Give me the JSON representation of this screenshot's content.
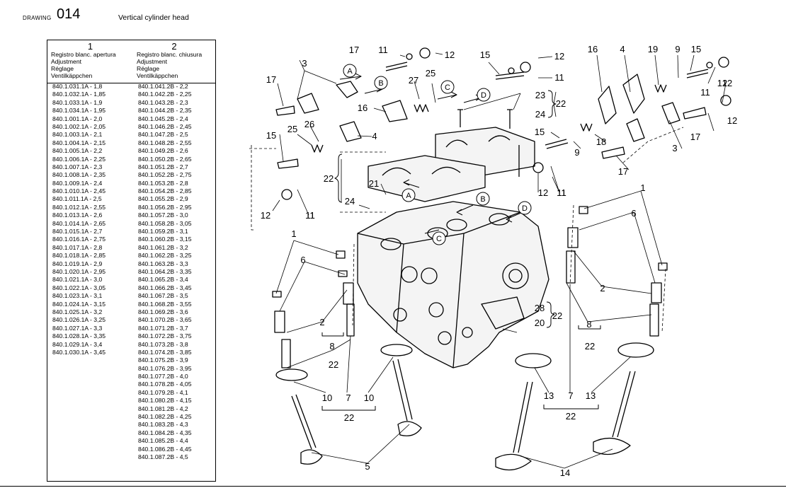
{
  "header": {
    "drawing_label": "DRAWING",
    "drawing_number": "014",
    "title": "Vertical cylinder head"
  },
  "table": {
    "col1": {
      "number": "1",
      "head": [
        "Registro blanc. apertura",
        "Adjustment",
        "Réglage",
        "Ventilkäppchen"
      ]
    },
    "col2": {
      "number": "2",
      "head": [
        "Registro blanc. chiusura",
        "Adjustment",
        "Réglage",
        "Ventilkäppchen"
      ]
    },
    "rows1": [
      "840.1.031.1A - 1,8",
      "840.1.032.1A - 1,85",
      "840.1.033.1A - 1,9",
      "840.1.034.1A - 1,95",
      "840.1.001.1A - 2,0",
      "840.1.002.1A - 2,05",
      "840.1.003.1A - 2,1",
      "840.1.004.1A - 2,15",
      "840.1.005.1A - 2,2",
      "840.1.006.1A - 2,25",
      "840.1.007.1A - 2,3",
      "840.1.008.1A - 2,35",
      "840.1.009.1A - 2,4",
      "840.1.010.1A - 2,45",
      "840.1.011.1A - 2,5",
      "840.1.012.1A - 2,55",
      "840.1.013.1A - 2,6",
      "840.1.014.1A - 2,65",
      "840.1.015.1A - 2,7",
      "840.1.016.1A - 2,75",
      "840.1.017.1A - 2,8",
      "840.1.018.1A - 2,85",
      "840.1.019.1A - 2,9",
      "840.1.020.1A - 2,95",
      "840.1.021.1A - 3,0",
      "840.1.022.1A - 3,05",
      "840.1.023.1A - 3,1",
      "840.1.024.1A - 3,15",
      "840.1.025.1A - 3,2",
      "840.1.026.1A - 3,25",
      "840.1.027.1A - 3,3",
      "840.1.028.1A - 3,35",
      "840.1.029.1A - 3,4",
      "840.1.030.1A - 3,45"
    ],
    "rows2": [
      "840.1.041.2B - 2,2",
      "840.1.042.2B - 2,25",
      "840.1.043.2B - 2,3",
      "840.1.044.2B - 2,35",
      "840.1.045.2B - 2,4",
      "840.1.046.2B - 2,45",
      "840.1.047.2B - 2,5",
      "840.1.048.2B - 2,55",
      "840.1.049.2B - 2,6",
      "840.1.050.2B - 2,65",
      "840.1.051.2B - 2,7",
      "840.1.052.2B - 2,75",
      "840.1.053.2B - 2,8",
      "840.1.054.2B - 2,85",
      "840.1.055.2B - 2,9",
      "840.1.056.2B - 2,95",
      "840.1.057.2B - 3,0",
      "840.1.058.2B - 3,05",
      "840.1.059.2B - 3,1",
      "840.1.060.2B - 3,15",
      "840.1.061.2B - 3,2",
      "840.1.062.2B - 3,25",
      "840.1.063.2B - 3,3",
      "840.1.064.2B - 3,35",
      "840.1.065.2B - 3,4",
      "840.1.066.2B - 3,45",
      "840.1.067.2B - 3,5",
      "840.1.068.2B - 3,55",
      "840.1.069.2B - 3,6",
      "840.1.070.2B - 3,65",
      "840.1.071.2B - 3,7",
      "840.1.072.2B - 3,75",
      "840.1.073.2B - 3,8",
      "840.1.074.2B - 3,85",
      "840.1.075.2B - 3,9",
      "840.1.076.2B - 3,95",
      "840.1.077.2B - 4,0",
      "840.1.078.2B - 4,05",
      "840.1.079.2B - 4,1",
      "840.1.080.2B - 4,15",
      "840.1.081.2B - 4,2",
      "840.1.082.2B - 4,25",
      "840.1.083.2B - 4,3",
      "840.1.084.2B - 4,35",
      "840.1.085.2B - 4,4",
      "840.1.086.2B - 4,45",
      "840.1.087.2B - 4,5"
    ]
  },
  "diagram": {
    "part_labels": [
      {
        "text": "17",
        "key": "p17a"
      },
      {
        "text": "11",
        "key": "p11a"
      },
      {
        "text": "12",
        "key": "p12a"
      },
      {
        "text": "15",
        "key": "p15a"
      },
      {
        "text": "12",
        "key": "p12b"
      },
      {
        "text": "11",
        "key": "p11b"
      },
      {
        "text": "16",
        "key": "p16a"
      },
      {
        "text": "4",
        "key": "p4a"
      },
      {
        "text": "19",
        "key": "p19"
      },
      {
        "text": "9",
        "key": "p9a"
      },
      {
        "text": "15",
        "key": "p15b"
      },
      {
        "text": "12",
        "key": "p12c"
      },
      {
        "text": "11",
        "key": "p11c"
      },
      {
        "text": "12",
        "key": "p12d"
      },
      {
        "text": "12",
        "key": "p12e"
      },
      {
        "text": "3",
        "key": "p3a"
      },
      {
        "text": "17",
        "key": "p17b"
      },
      {
        "text": "25",
        "key": "p25a"
      },
      {
        "text": "27",
        "key": "p27"
      },
      {
        "text": "16",
        "key": "p16b"
      },
      {
        "text": "23",
        "key": "p23"
      },
      {
        "text": "22",
        "key": "p22a"
      },
      {
        "text": "24",
        "key": "p24a"
      },
      {
        "text": "15",
        "key": "p15c"
      },
      {
        "text": "9",
        "key": "p9b"
      },
      {
        "text": "18",
        "key": "p18"
      },
      {
        "text": "11",
        "key": "p11d"
      },
      {
        "text": "17",
        "key": "p17c"
      },
      {
        "text": "3",
        "key": "p3b"
      },
      {
        "text": "17",
        "key": "p17d"
      },
      {
        "text": "11",
        "key": "p11e"
      },
      {
        "text": "15",
        "key": "p15d"
      },
      {
        "text": "25",
        "key": "p25b"
      },
      {
        "text": "26",
        "key": "p26"
      },
      {
        "text": "4",
        "key": "p4b"
      },
      {
        "text": "22",
        "key": "p22b"
      },
      {
        "text": "21",
        "key": "p21"
      },
      {
        "text": "12",
        "key": "p12f"
      },
      {
        "text": "11",
        "key": "p11f"
      },
      {
        "text": "24",
        "key": "p24b"
      },
      {
        "text": "12",
        "key": "p12g"
      },
      {
        "text": "11",
        "key": "p11g"
      },
      {
        "text": "1",
        "key": "p1a"
      },
      {
        "text": "6",
        "key": "p6a"
      },
      {
        "text": "1",
        "key": "p1b"
      },
      {
        "text": "6",
        "key": "p6b"
      },
      {
        "text": "2",
        "key": "p2a"
      },
      {
        "text": "8",
        "key": "p8a"
      },
      {
        "text": "22",
        "key": "p22c"
      },
      {
        "text": "2",
        "key": "p2b"
      },
      {
        "text": "8",
        "key": "p8b"
      },
      {
        "text": "22",
        "key": "p22d"
      },
      {
        "text": "28",
        "key": "p28"
      },
      {
        "text": "20",
        "key": "p20"
      },
      {
        "text": "22",
        "key": "p22e"
      },
      {
        "text": "10",
        "key": "p10a"
      },
      {
        "text": "7",
        "key": "p7a"
      },
      {
        "text": "10",
        "key": "p10b"
      },
      {
        "text": "22",
        "key": "p22f"
      },
      {
        "text": "13",
        "key": "p13a"
      },
      {
        "text": "7",
        "key": "p7b"
      },
      {
        "text": "13",
        "key": "p13b"
      },
      {
        "text": "22",
        "key": "p22g"
      },
      {
        "text": "5",
        "key": "p5"
      },
      {
        "text": "14",
        "key": "p14"
      }
    ],
    "circle_labels": [
      "A",
      "B",
      "C",
      "D",
      "A",
      "B",
      "C",
      "D"
    ]
  }
}
